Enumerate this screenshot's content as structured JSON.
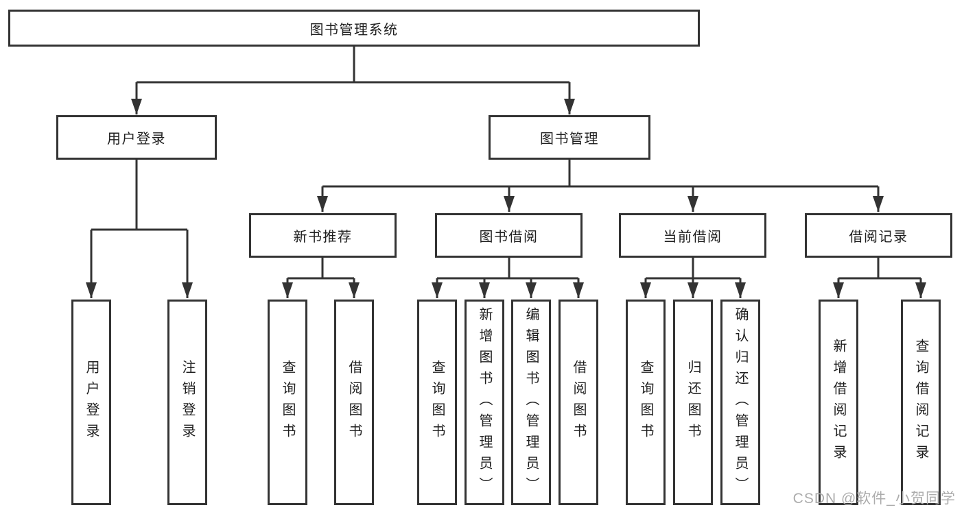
{
  "diagram": {
    "root": {
      "label": "图书管理系统"
    },
    "level2": [
      {
        "label": "用户登录"
      },
      {
        "label": "图书管理"
      }
    ],
    "level3": [
      {
        "label": "新书推荐"
      },
      {
        "label": "图书借阅"
      },
      {
        "label": "当前借阅"
      },
      {
        "label": "借阅记录"
      }
    ],
    "leaves": {
      "user_login": [
        {
          "label": "用户登录"
        },
        {
          "label": "注销登录"
        }
      ],
      "new_book_recommend": [
        {
          "label": "查询图书"
        },
        {
          "label": "借阅图书"
        }
      ],
      "book_borrow": [
        {
          "label": "查询图书"
        },
        {
          "label": "新增图书（管理员）"
        },
        {
          "label": "编辑图书（管理员）"
        },
        {
          "label": "借阅图书"
        }
      ],
      "current_borrow": [
        {
          "label": "查询图书"
        },
        {
          "label": "归还图书"
        },
        {
          "label": "确认归还（管理员）"
        }
      ],
      "borrow_records": [
        {
          "label": "新增借阅记录"
        },
        {
          "label": "查询借阅记录"
        }
      ]
    }
  },
  "watermark": {
    "text": "CSDN @软件_小贺同学"
  },
  "colors": {
    "line": "#333333",
    "text": "#1f1f1f",
    "background": "#ffffff",
    "watermark": "#acacac"
  }
}
